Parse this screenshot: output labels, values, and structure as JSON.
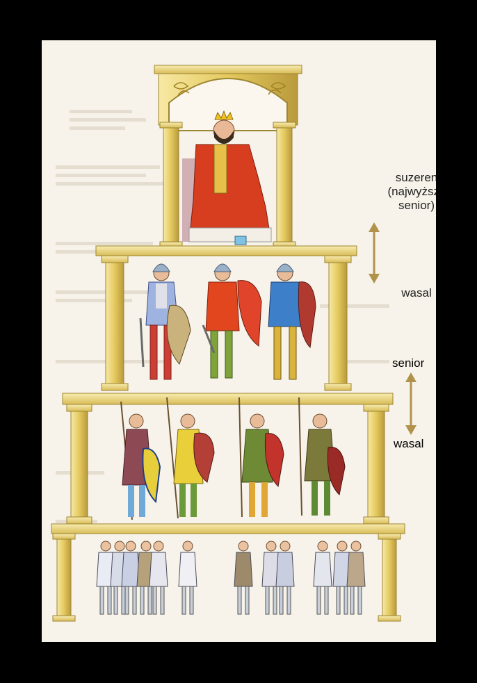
{
  "top_pair": {
    "upper_label": "suzeren\n(najwyższy\nsenior)",
    "lower_label": "wasal"
  },
  "middle_pair": {
    "upper_label": "senior",
    "lower_label": "wasal"
  },
  "colors": {
    "background": "#000000",
    "paper": "#f7f3ea",
    "column_gold": "#e8d070",
    "column_shade": "#b39a3a",
    "arrow_brown": "#b0924a"
  },
  "tiers": [
    {
      "level": "king",
      "figures": 1
    },
    {
      "level": "knights",
      "figures": 3
    },
    {
      "level": "armed-men",
      "figures": 4
    },
    {
      "level": "peasants",
      "figures": 12
    }
  ]
}
